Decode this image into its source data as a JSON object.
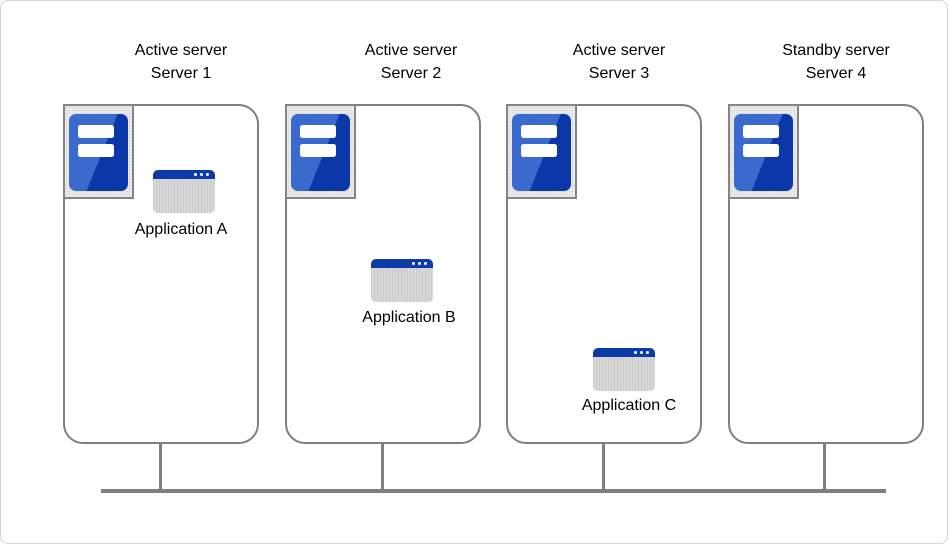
{
  "servers": [
    {
      "role": "Active server",
      "name": "Server 1",
      "application": "Application A"
    },
    {
      "role": "Active server",
      "name": "Server 2",
      "application": "Application B"
    },
    {
      "role": "Active server",
      "name": "Server 3",
      "application": "Application C"
    },
    {
      "role": "Standby server",
      "name": "Server 4"
    }
  ],
  "icons": {
    "server": "server-tower-icon",
    "application": "app-window-icon"
  },
  "colors": {
    "tower_blue_light": "#3b6ace",
    "tower_blue_dark": "#0b38a8",
    "app_titlebar_blue": "#0c3aa8",
    "app_body_gray": "#d6d6d6",
    "icon_frame_gray": "#ececec",
    "icon_border_gray": "#848484",
    "line_gray": "#7f7f7f",
    "text_color": "#000000",
    "background": "#ffffff"
  }
}
